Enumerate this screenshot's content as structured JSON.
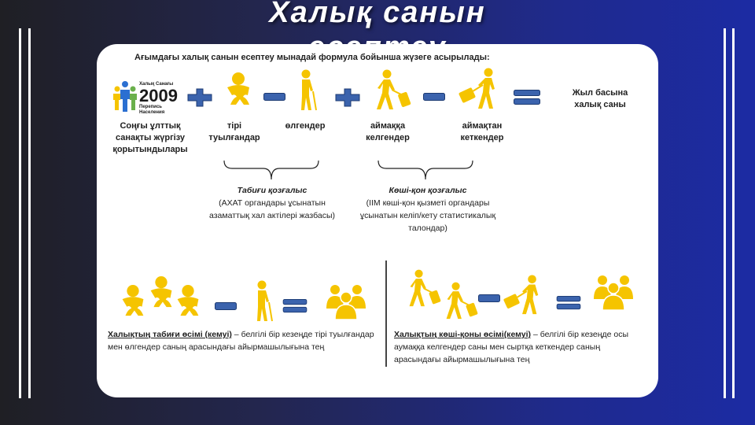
{
  "title": "Халық санын есептеу",
  "heading": "Ағымдағы халық санын есептеу мынадай формула бойынша жүзеге асырылады:",
  "logo": {
    "line1": "Халық Санағы",
    "year": "2009",
    "line2": "Перепись",
    "line3": "Населения"
  },
  "formula": {
    "census_result": "Соңғы ұлттық санақты жүргізу қорытындылары",
    "births": "тірі туылғандар",
    "deaths": "өлгендер",
    "arrivals": "аймаққа келгендер",
    "departures": "аймақтан кеткендер",
    "result": "Жыл басына халық саны"
  },
  "natural": {
    "title": "Табиғи қозғалыс",
    "text": "(АХАТ органдары ұсынатын азаматтық хал актілері жазбасы)"
  },
  "migration": {
    "title": "Көші-қон қозғалыс",
    "text": "(ІІМ көші-қон қызметі органдары ұсынатын келіп/кету статистикалық талондар)"
  },
  "natural_growth": {
    "term": "Халықтың табиғи өсімі (кемуі)",
    "text": " – белгілі бір кезеңде тірі туылғандар мен өлгендер саның арасындағы айырмашылығына тең"
  },
  "migration_growth": {
    "term": "Халықтың көші-қоны өсімі(кемуі)",
    "text": " – белгілі бір кезеңде осы аумаққа келгендер саны мен сыртқа кеткендер саның арасындағы айырмашылығына тең"
  },
  "colors": {
    "accent": "#f5c400",
    "operator": "#3b63ad",
    "operator_edge": "#1d3b73"
  }
}
